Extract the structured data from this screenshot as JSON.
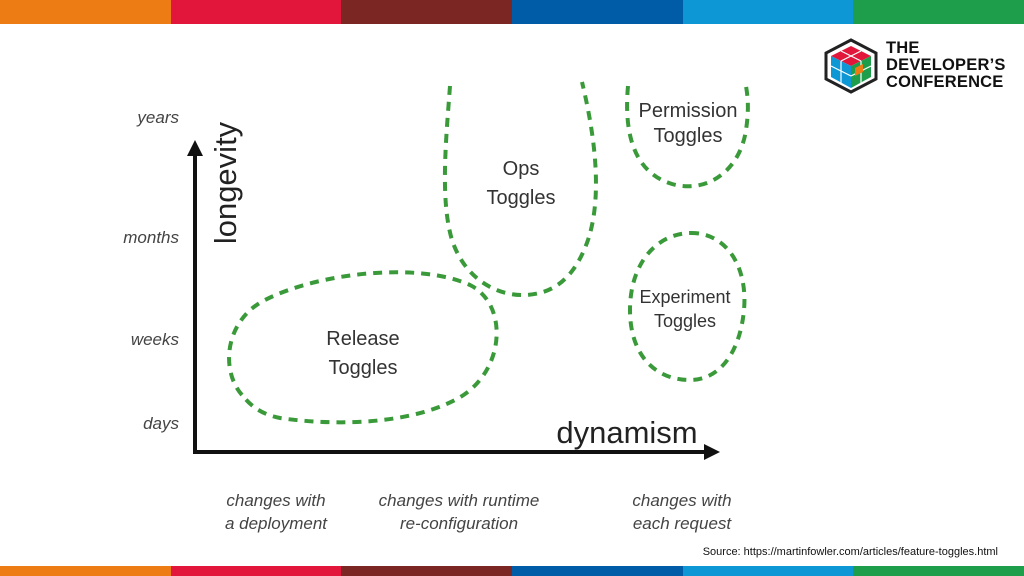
{
  "brand": {
    "stripe_colors": [
      "#ee7c14",
      "#e2163b",
      "#7c2623",
      "#005ca6",
      "#0d97d4",
      "#1e9e4a"
    ],
    "line_color": "#3a9a3a",
    "logo_lines": [
      "THE",
      "DEVELOPER’S",
      "CONFERENCE"
    ]
  },
  "axes": {
    "y_title": "longevity",
    "x_title": "dynamism",
    "y_ticks": [
      "years",
      "months",
      "weeks",
      "days"
    ],
    "x_ticks": [
      [
        "changes with",
        "a deployment"
      ],
      [
        "changes with runtime",
        "re-configuration"
      ],
      [
        "changes with",
        "each request"
      ]
    ]
  },
  "regions": [
    {
      "id": "release",
      "lines": [
        "Release",
        "Toggles"
      ]
    },
    {
      "id": "ops",
      "lines": [
        "Ops",
        "Toggles"
      ]
    },
    {
      "id": "permission",
      "lines": [
        "Permission",
        "Toggles"
      ]
    },
    {
      "id": "experiment",
      "lines": [
        "Experiment",
        "Toggles"
      ]
    }
  ],
  "source": "Source: https://martinfowler.com/articles/feature-toggles.html"
}
